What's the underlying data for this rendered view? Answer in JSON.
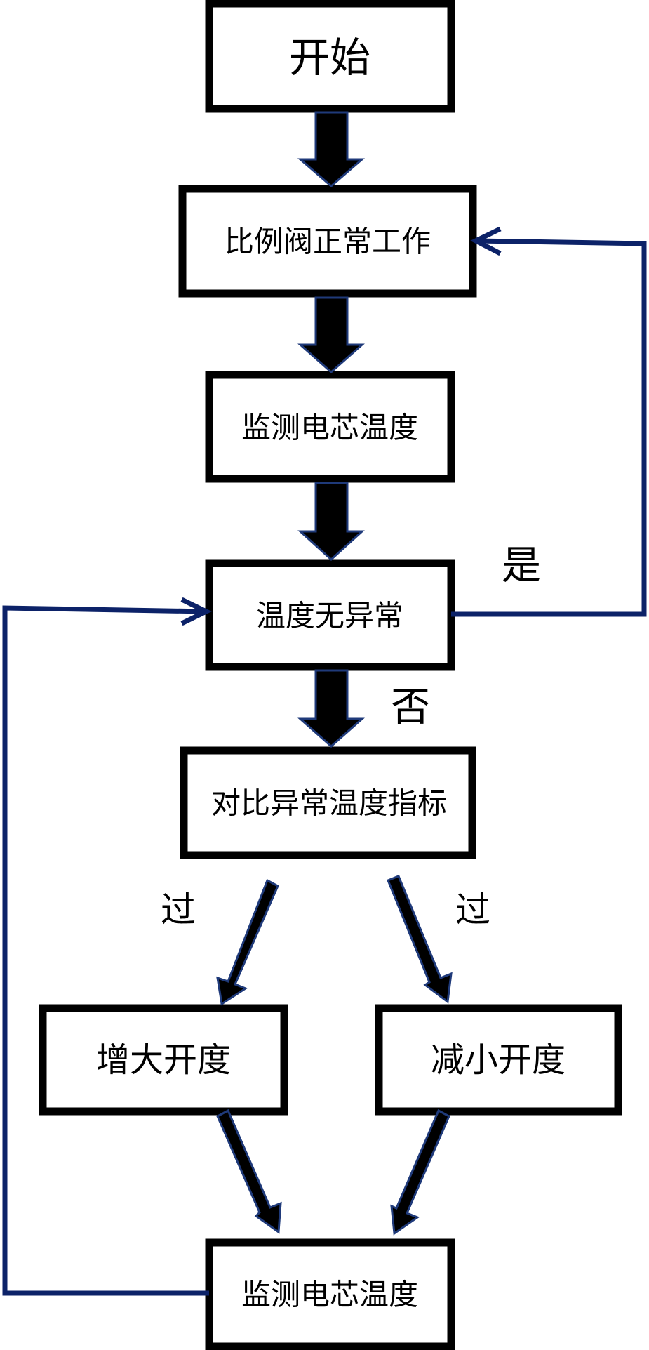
{
  "nodes": {
    "start": "开始",
    "normal_operation": "比例阀正常工作",
    "monitor_temp_1": "监测电芯温度",
    "temp_ok": "温度无异常",
    "compare_indicator": "对比异常温度指标",
    "increase_opening": "增大开度",
    "decrease_opening": "减小开度",
    "monitor_temp_2": "监测电芯温度"
  },
  "edge_labels": {
    "yes": "是",
    "no": "否",
    "over_left": "过",
    "over_right": "过"
  },
  "colors": {
    "box_border": "#000000",
    "arrow_fill": "#000000",
    "arrow_outline": "#1f3a7a",
    "connector_line": "#0c2268"
  }
}
